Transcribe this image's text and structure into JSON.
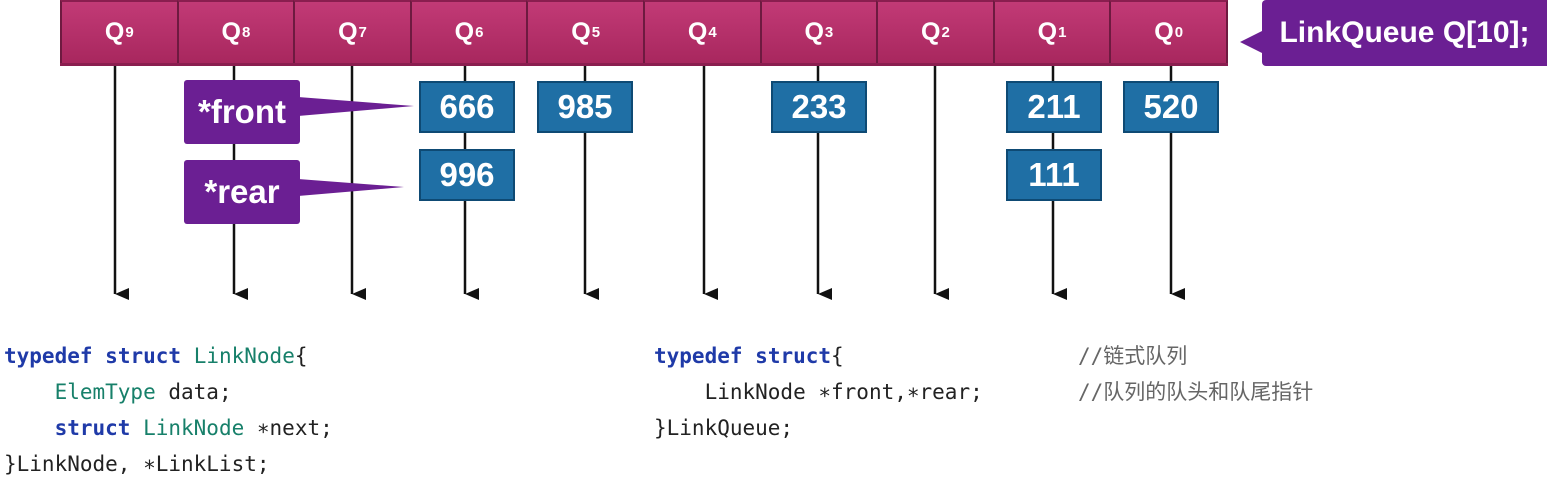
{
  "queue": {
    "cells": [
      {
        "base": "Q",
        "sub": "9"
      },
      {
        "base": "Q",
        "sub": "8"
      },
      {
        "base": "Q",
        "sub": "7"
      },
      {
        "base": "Q",
        "sub": "6"
      },
      {
        "base": "Q",
        "sub": "5"
      },
      {
        "base": "Q",
        "sub": "4"
      },
      {
        "base": "Q",
        "sub": "3"
      },
      {
        "base": "Q",
        "sub": "2"
      },
      {
        "base": "Q",
        "sub": "1"
      },
      {
        "base": "Q",
        "sub": "0"
      }
    ],
    "type_label": "LinkQueue Q[10];"
  },
  "nodes": {
    "q6_1": "666",
    "q6_2": "996",
    "q5_1": "985",
    "q3_1": "233",
    "q1_1": "211",
    "q1_2": "111",
    "q0_1": "520"
  },
  "pointers": {
    "front": "*front",
    "rear": "*rear"
  },
  "code_left": {
    "l1_kw1": "typedef",
    "l1_kw2": "struct",
    "l1_type": "LinkNode",
    "l1_brace": "{",
    "l2_type": "ElemType",
    "l2_rest": " data;",
    "l3_kw": "struct",
    "l3_type": "LinkNode",
    "l3_rest": " ∗next;",
    "l4": "}LinkNode, ∗LinkList;"
  },
  "code_right": {
    "l1_kw1": "typedef",
    "l1_kw2": "struct",
    "l1_brace": "{",
    "l1_comment": "//链式队列",
    "l2_code": "LinkNode ∗front,∗rear;",
    "l2_comment": "//队列的队头和队尾指针",
    "l3": "}LinkQueue;"
  }
}
